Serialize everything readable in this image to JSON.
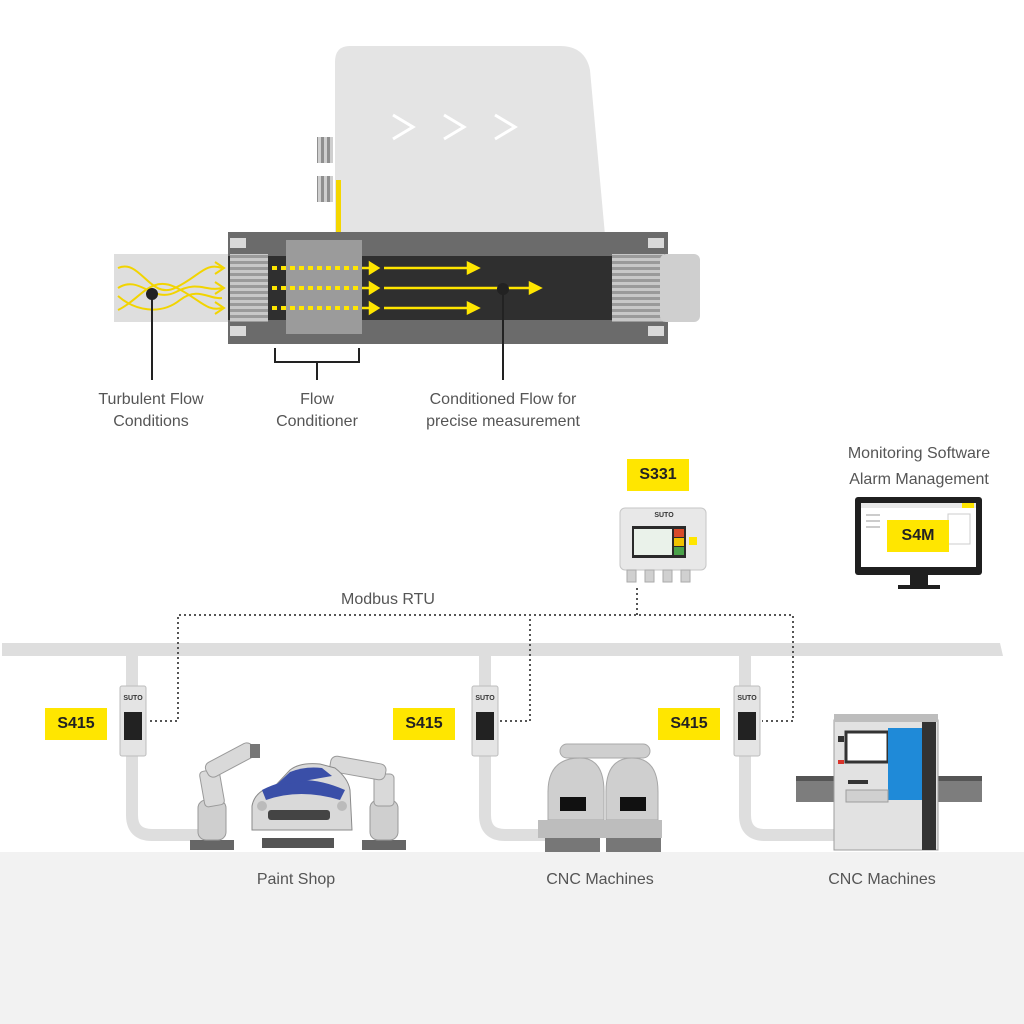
{
  "diagram": {
    "flow_labels": {
      "turbulent_line1": "Turbulent Flow",
      "turbulent_line2": "Conditions",
      "conditioner_line1": "Flow",
      "conditioner_line2": "Conditioner",
      "conditioned_line1": "Conditioned Flow for",
      "conditioned_line2": "precise measurement"
    },
    "network": {
      "bus_label": "Modbus RTU",
      "display_tag": "S331",
      "display_brand": "SUTO",
      "software_line1": "Monitoring Software",
      "software_line2": "Alarm Management",
      "software_tag": "S4M",
      "sensor_tags": [
        "S415",
        "S415",
        "S415"
      ],
      "sensor_brand": "SUTO",
      "stations": [
        "Paint Shop",
        "CNC Machines",
        "CNC Machines"
      ]
    },
    "colors": {
      "accent_yellow": "#ffe600",
      "pipe_dark": "#2f2f2f",
      "pipe_grey": "#6b6b6b",
      "light_grey": "#e3e3e3",
      "floor": "#f2f2f2"
    }
  }
}
